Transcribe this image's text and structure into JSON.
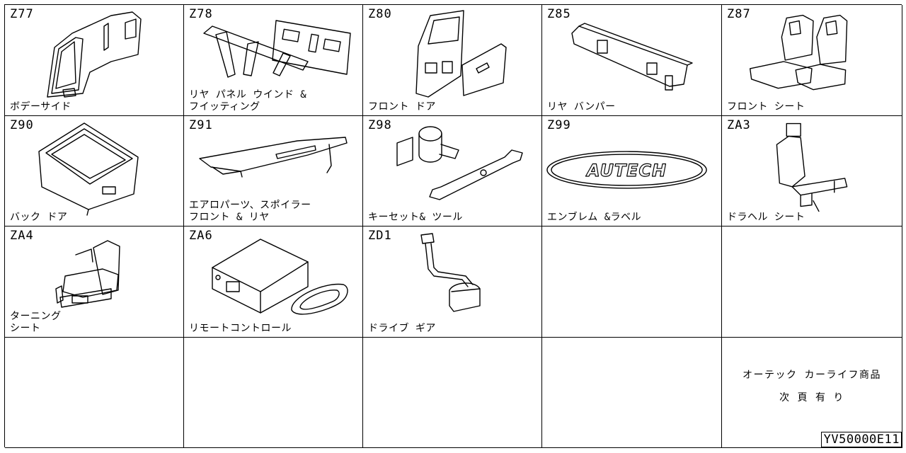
{
  "catalog": {
    "items": [
      {
        "code": "Z77",
        "label": "ボデーサイド",
        "icon": "body-side-panel-icon"
      },
      {
        "code": "Z78",
        "label": "リヤ パネル ウインド &\nフイッティング",
        "icon": "rear-panel-window-icon"
      },
      {
        "code": "Z80",
        "label": "フロント ドア",
        "icon": "front-door-icon"
      },
      {
        "code": "Z85",
        "label": "リヤ バンパー",
        "icon": "rear-bumper-icon"
      },
      {
        "code": "Z87",
        "label": "フロント シート",
        "icon": "front-seat-icon"
      },
      {
        "code": "Z90",
        "label": "バック ドア",
        "icon": "back-door-icon"
      },
      {
        "code": "Z91",
        "label": "エアロパーツ、スポイラー\nフロント & リヤ",
        "icon": "aero-spoiler-icon"
      },
      {
        "code": "Z98",
        "label": "キーセット& ツール",
        "icon": "key-set-tool-icon"
      },
      {
        "code": "Z99",
        "label": "エンブレム &ラベル",
        "icon": "emblem-label-icon",
        "emblem_text": "AUTECH"
      },
      {
        "code": "ZA3",
        "label": "ドラヘル シート",
        "icon": "drive-help-seat-icon"
      },
      {
        "code": "ZA4",
        "label": "ターニング\nシート",
        "icon": "turning-seat-icon"
      },
      {
        "code": "ZA6",
        "label": "リモートコントロール",
        "icon": "remote-control-icon"
      },
      {
        "code": "ZD1",
        "label": "ドライブ ギア",
        "icon": "drive-gear-icon"
      }
    ]
  },
  "footer_note": {
    "line1": "オーテック カーライフ商品",
    "line2": "次 頁 有 り"
  },
  "sheet_id": "YV50000E11"
}
